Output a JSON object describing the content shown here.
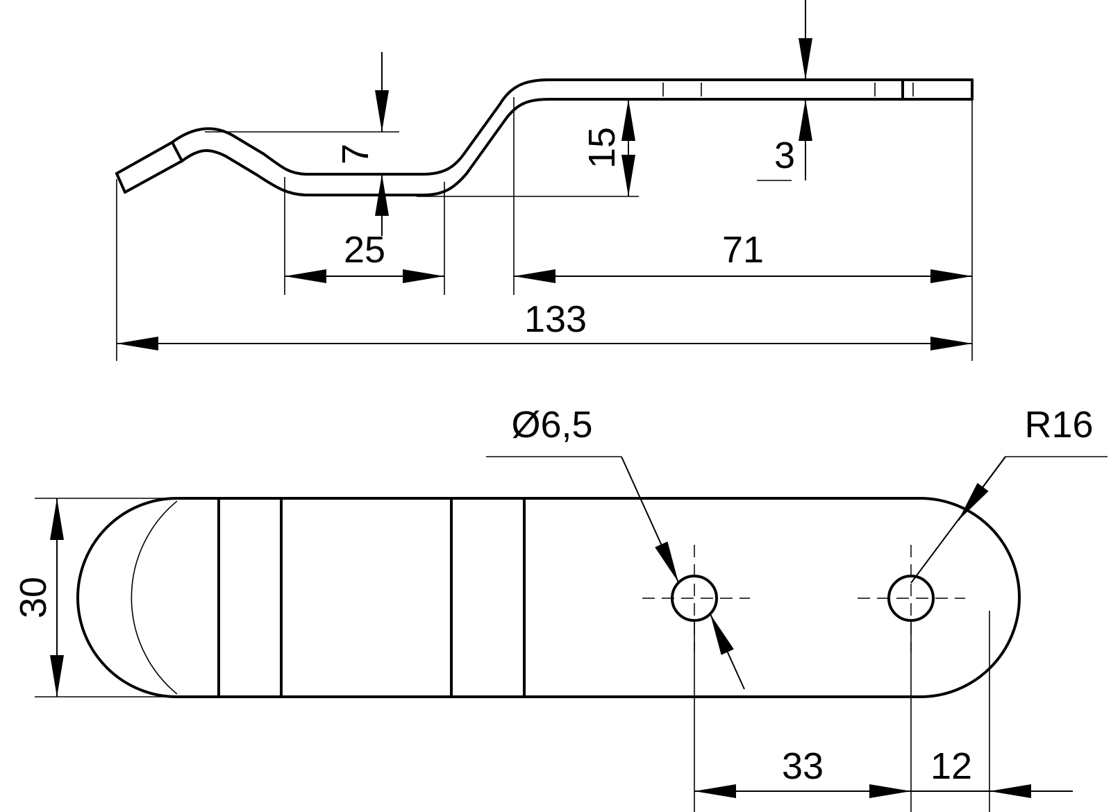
{
  "side_view": {
    "dimensions": {
      "overall_length": "133",
      "flat_length": "71",
      "bottom_flat": "25",
      "bump_height": "7",
      "step_height": "15",
      "thickness": "3"
    }
  },
  "plan_view": {
    "dimensions": {
      "width": "30",
      "hole_diameter": "Ø6,5",
      "end_radius": "R16",
      "hole_spacing": "33",
      "end_to_hole": "12"
    }
  }
}
